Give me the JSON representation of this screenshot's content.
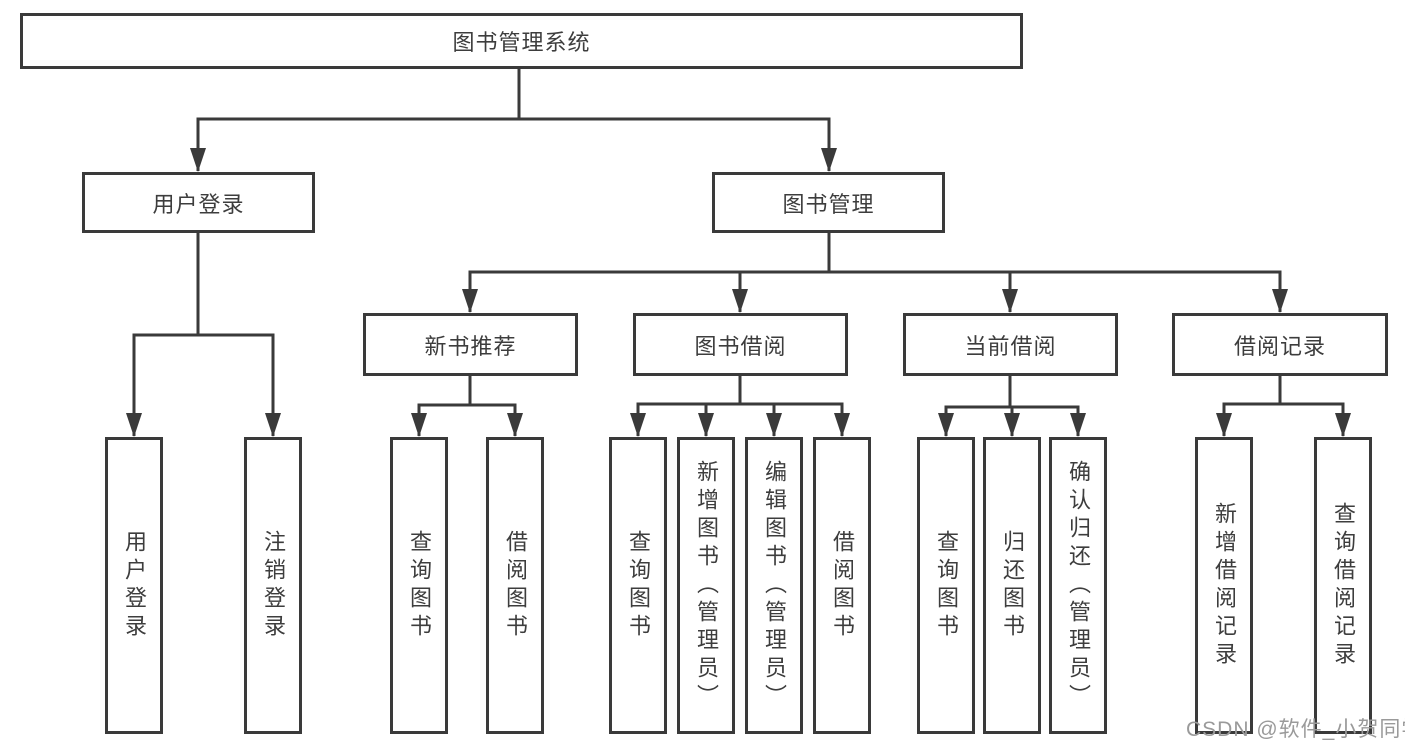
{
  "diagram": {
    "root": "图书管理系统",
    "branches": [
      {
        "label": "用户登录",
        "children": [
          "用户登录",
          "注销登录"
        ]
      },
      {
        "label": "图书管理",
        "children": [
          {
            "label": "新书推荐",
            "children": [
              "查询图书",
              "借阅图书"
            ]
          },
          {
            "label": "图书借阅",
            "children": [
              "查询图书",
              "新增图书（管理员）",
              "编辑图书（管理员）",
              "借阅图书"
            ]
          },
          {
            "label": "当前借阅",
            "children": [
              "查询图书",
              "归还图书",
              "确认归还（管理员）"
            ]
          },
          {
            "label": "借阅记录",
            "children": [
              "新增借阅记录",
              "查询借阅记录"
            ]
          }
        ]
      }
    ],
    "colors": {
      "line": "#3a3a3a",
      "text": "#3d3d3d",
      "background": "#ffffff",
      "watermark": "#9a9a9a"
    }
  },
  "watermark": "CSDN @软件_小贺同学"
}
